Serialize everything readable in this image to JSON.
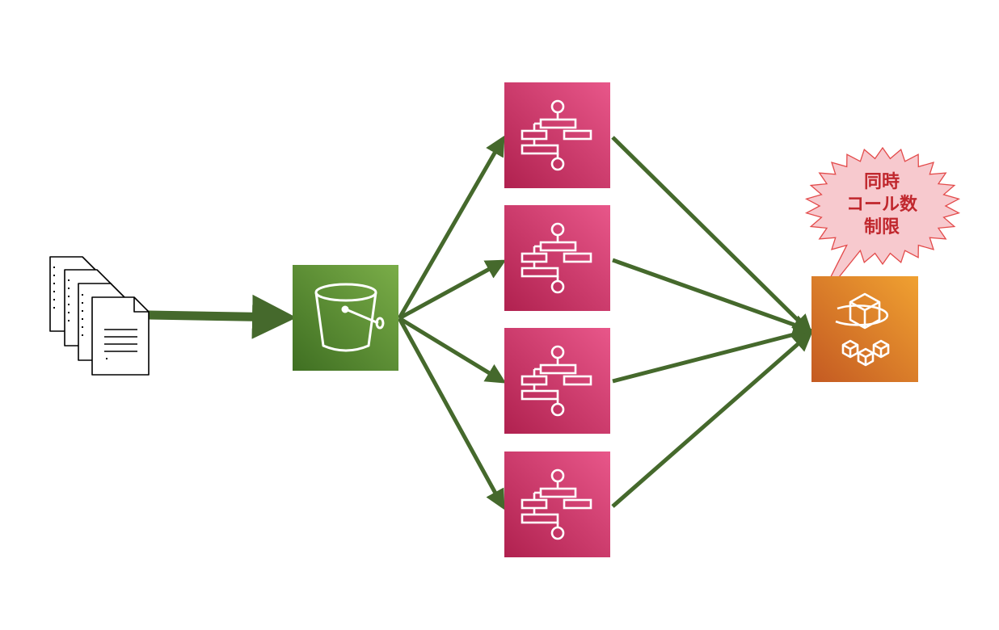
{
  "diagram": {
    "source": {
      "label": "",
      "icon": "documents-icon"
    },
    "storage": {
      "label": "",
      "icon": "s3-bucket-icon",
      "color_from": "#3f6f22",
      "color_to": "#7aad48"
    },
    "workflows": [
      {
        "label": "",
        "icon": "step-functions-icon"
      },
      {
        "label": "",
        "icon": "step-functions-icon"
      },
      {
        "label": "",
        "icon": "step-functions-icon"
      },
      {
        "label": "",
        "icon": "step-functions-icon"
      }
    ],
    "workflow_colors": {
      "from": "#b0214f",
      "to": "#e8578a"
    },
    "target": {
      "label": "",
      "icon": "sagemaker-model-icon",
      "color_from": "#c45a22",
      "color_to": "#f0a131"
    },
    "arrow_color": "#45692c",
    "callout": {
      "lines": [
        "同時",
        "コール数",
        "制限"
      ],
      "text_color": "#c0272d",
      "fill": "#f7c9ce",
      "stroke": "#e34a4a"
    }
  }
}
